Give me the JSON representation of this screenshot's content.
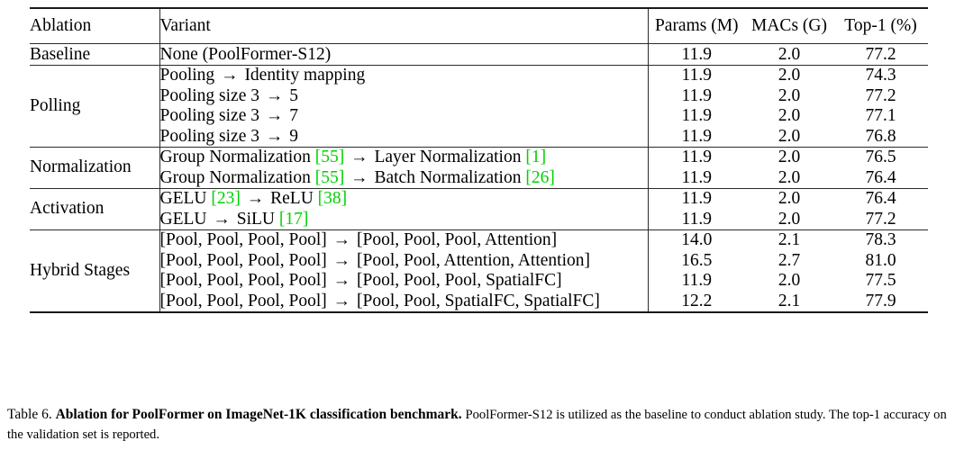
{
  "table": {
    "headers": {
      "ablation": "Ablation",
      "variant": "Variant",
      "params": "Params (M)",
      "macs": "MACs (G)",
      "top1": "Top-1 (%)"
    },
    "accent_citation_color": "#00d200",
    "arrow": "→",
    "groups": [
      {
        "label": "Baseline",
        "rows": [
          {
            "variant_parts": [
              {
                "t": "None (PoolFormer-S12)"
              }
            ],
            "params": "11.9",
            "macs": "2.0",
            "top1": "77.2"
          }
        ]
      },
      {
        "label": "Polling",
        "rows": [
          {
            "variant_parts": [
              {
                "t": "Pooling "
              },
              {
                "t": "→",
                "arrow": true
              },
              {
                "t": " Identity mapping"
              }
            ],
            "params": "11.9",
            "macs": "2.0",
            "top1": "74.3"
          },
          {
            "variant_parts": [
              {
                "t": "Pooling size 3 "
              },
              {
                "t": "→",
                "arrow": true
              },
              {
                "t": " 5"
              }
            ],
            "params": "11.9",
            "macs": "2.0",
            "top1": "77.2"
          },
          {
            "variant_parts": [
              {
                "t": "Pooling size 3 "
              },
              {
                "t": "→",
                "arrow": true
              },
              {
                "t": " 7"
              }
            ],
            "params": "11.9",
            "macs": "2.0",
            "top1": "77.1"
          },
          {
            "variant_parts": [
              {
                "t": "Pooling size 3 "
              },
              {
                "t": "→",
                "arrow": true
              },
              {
                "t": " 9"
              }
            ],
            "params": "11.9",
            "macs": "2.0",
            "top1": "76.8"
          }
        ]
      },
      {
        "label": "Normalization",
        "rows": [
          {
            "variant_parts": [
              {
                "t": "Group Normalization "
              },
              {
                "t": "[55]",
                "cite": true
              },
              {
                "t": " "
              },
              {
                "t": "→",
                "arrow": true
              },
              {
                "t": " Layer Normalization "
              },
              {
                "t": "[1]",
                "cite": true
              }
            ],
            "params": "11.9",
            "macs": "2.0",
            "top1": "76.5"
          },
          {
            "variant_parts": [
              {
                "t": "Group Normalization "
              },
              {
                "t": "[55]",
                "cite": true
              },
              {
                "t": " "
              },
              {
                "t": "→",
                "arrow": true
              },
              {
                "t": " Batch Normalization "
              },
              {
                "t": "[26]",
                "cite": true
              }
            ],
            "params": "11.9",
            "macs": "2.0",
            "top1": "76.4"
          }
        ]
      },
      {
        "label": "Activation",
        "rows": [
          {
            "variant_parts": [
              {
                "t": "GELU "
              },
              {
                "t": "[23]",
                "cite": true
              },
              {
                "t": " "
              },
              {
                "t": "→",
                "arrow": true
              },
              {
                "t": " ReLU "
              },
              {
                "t": "[38]",
                "cite": true
              }
            ],
            "params": "11.9",
            "macs": "2.0",
            "top1": "76.4"
          },
          {
            "variant_parts": [
              {
                "t": "GELU "
              },
              {
                "t": "→",
                "arrow": true
              },
              {
                "t": " SiLU "
              },
              {
                "t": "[17]",
                "cite": true
              }
            ],
            "params": "11.9",
            "macs": "2.0",
            "top1": "77.2"
          }
        ]
      },
      {
        "label": "Hybrid Stages",
        "rows": [
          {
            "variant_parts": [
              {
                "t": "[Pool, Pool, Pool, Pool] "
              },
              {
                "t": "→",
                "arrow": true
              },
              {
                "t": " [Pool, Pool, Pool, Attention]"
              }
            ],
            "params": "14.0",
            "macs": "2.1",
            "top1": "78.3"
          },
          {
            "variant_parts": [
              {
                "t": "[Pool, Pool, Pool, Pool] "
              },
              {
                "t": "→",
                "arrow": true
              },
              {
                "t": " [Pool, Pool, Attention, Attention]"
              }
            ],
            "params": "16.5",
            "macs": "2.7",
            "top1": "81.0"
          },
          {
            "variant_parts": [
              {
                "t": "[Pool, Pool, Pool, Pool] "
              },
              {
                "t": "→",
                "arrow": true
              },
              {
                "t": " [Pool, Pool, Pool, SpatialFC]"
              }
            ],
            "params": "11.9",
            "macs": "2.0",
            "top1": "77.5"
          },
          {
            "variant_parts": [
              {
                "t": "[Pool, Pool, Pool, Pool] "
              },
              {
                "t": "→",
                "arrow": true
              },
              {
                "t": " [Pool, Pool, SpatialFC, SpatialFC]"
              }
            ],
            "params": "12.2",
            "macs": "2.1",
            "top1": "77.9"
          }
        ]
      }
    ]
  },
  "caption": {
    "number": "Table 6.",
    "title": "Ablation for PoolFormer on ImageNet-1K classification benchmark.",
    "body": "PoolFormer-S12 is utilized as the baseline to conduct ablation study. The top-1 accuracy on the validation set is reported."
  }
}
